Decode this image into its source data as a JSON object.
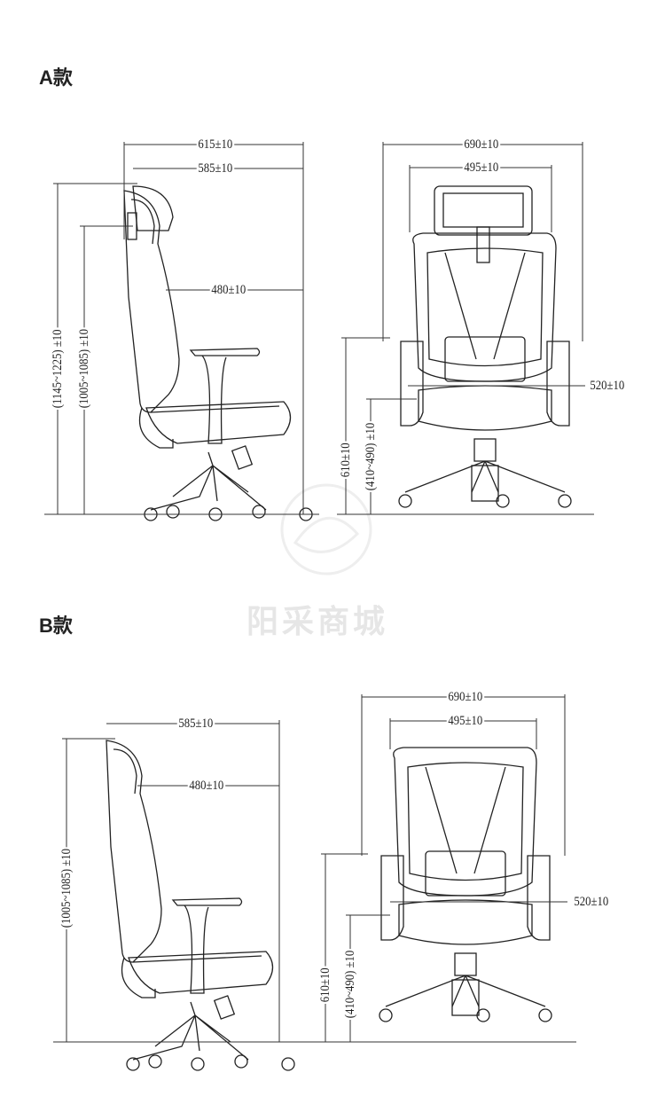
{
  "section_a": {
    "title": "A款",
    "side": {
      "overall_depth": "615±10",
      "seat_depth": "585±10",
      "back_to_front": "480±10",
      "height_with_headrest": "(1145~1225) ±10",
      "height_back": "(1005~1085) ±10"
    },
    "front": {
      "overall_width": "690±10",
      "back_width": "495±10",
      "seat_width": "520±10",
      "arm_height": "610±10",
      "seat_height": "(410~490) ±10"
    }
  },
  "section_b": {
    "title": "B款",
    "side": {
      "seat_depth": "585±10",
      "back_to_front": "480±10",
      "height_back": "(1005~1085) ±10"
    },
    "front": {
      "overall_width": "690±10",
      "back_width": "495±10",
      "seat_width": "520±10",
      "arm_height": "610±10",
      "seat_height": "(410~490) ±10"
    }
  },
  "watermark": "阳采商城"
}
